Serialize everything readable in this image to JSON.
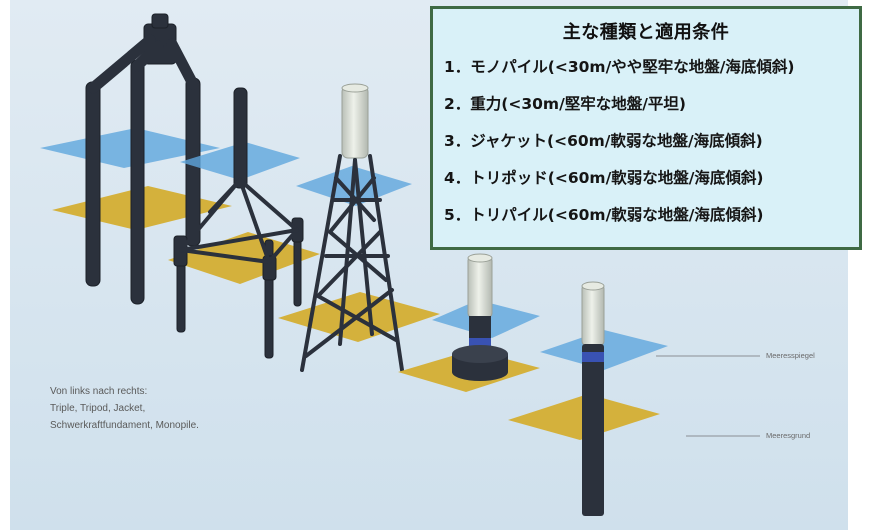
{
  "legend": {
    "title": "主な種類と適用条件",
    "items": [
      "1．モノパイル(<30m/やや堅牢な地盤/海底傾斜)",
      "2．重力(<30m/堅牢な地盤/平坦)",
      "3．ジャケット(<60m/軟弱な地盤/海底傾斜)",
      "4．トリポッド(<60m/軟弱な地盤/海底傾斜)",
      "5．トリパイル(<60m/軟弱な地盤/海底傾斜)"
    ]
  },
  "caption": {
    "line1": "Von links nach rechts:",
    "line2": "Triple, Tripod, Jacket,",
    "line3": "Schwerkraftfundament, Monopile."
  },
  "labels": {
    "sea_level": "Meeresspiegel",
    "sea_floor": "Meeresgrund"
  },
  "colors": {
    "background": "#d3e3ef",
    "water_plane": "#5fa6dd",
    "seabed_plane": "#d4b13c",
    "structure": "#2b313c",
    "tower": "#d8ddd5",
    "panel_bg": "#d9f1f8",
    "panel_border": "#3f6a44"
  }
}
